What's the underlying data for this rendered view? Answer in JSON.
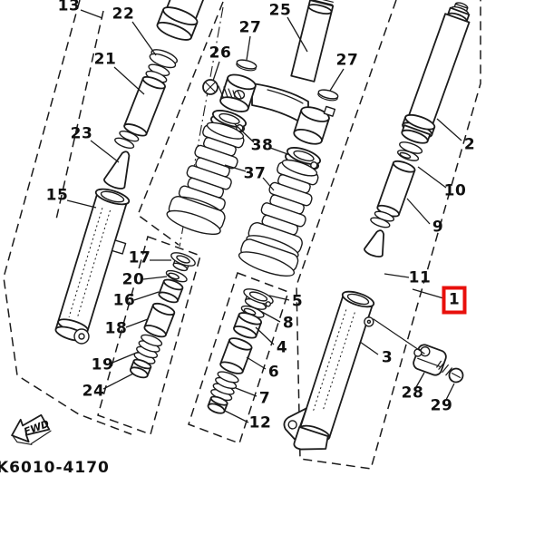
{
  "diagram": {
    "part_code": "K6010-4170",
    "fwd_label": "FWD",
    "highlighted_part": "1",
    "highlight_color": "#e8100c",
    "line_color": "#1b1b1b",
    "background": "#ffffff"
  },
  "parts": {
    "p1": {
      "label": "1",
      "highlighted": true
    },
    "p2": {
      "label": "2"
    },
    "p3": {
      "label": "3"
    },
    "p4": {
      "label": "4"
    },
    "p5": {
      "label": "5"
    },
    "p6": {
      "label": "6"
    },
    "p7": {
      "label": "7"
    },
    "p8": {
      "label": "8"
    },
    "p9": {
      "label": "9"
    },
    "p10": {
      "label": "10"
    },
    "p11": {
      "label": "11"
    },
    "p12": {
      "label": "12"
    },
    "p13": {
      "label": "13"
    },
    "p15": {
      "label": "15"
    },
    "p16": {
      "label": "16"
    },
    "p17": {
      "label": "17"
    },
    "p18": {
      "label": "18"
    },
    "p19": {
      "label": "19"
    },
    "p20": {
      "label": "20"
    },
    "p21": {
      "label": "21"
    },
    "p22": {
      "label": "22"
    },
    "p23": {
      "label": "23"
    },
    "p24": {
      "label": "24"
    },
    "p25": {
      "label": "25"
    },
    "p26": {
      "label": "26"
    },
    "p27a": {
      "label": "27"
    },
    "p27b": {
      "label": "27"
    },
    "p28": {
      "label": "28"
    },
    "p29": {
      "label": "29"
    },
    "p37": {
      "label": "37"
    },
    "p38": {
      "label": "38"
    }
  }
}
